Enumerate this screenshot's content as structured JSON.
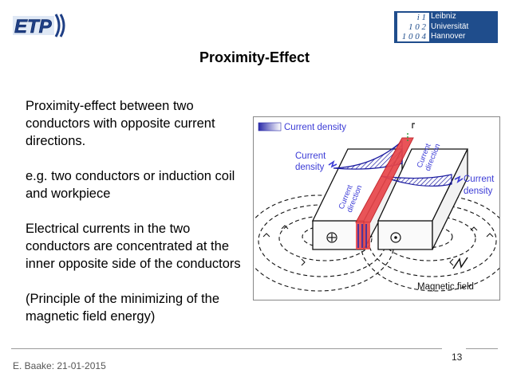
{
  "header": {
    "logo_left": "ETP",
    "logo_right": {
      "pattern_lines": [
        "i 1",
        "1 0 2",
        "1 0 0 4"
      ],
      "lines": [
        "Leibniz",
        "Universität",
        "Hannover"
      ]
    }
  },
  "slide": {
    "title": "Proximity-Effect",
    "paragraphs": [
      "Proximity-effect between two conductors with opposite current directions.",
      "e.g.  two conductors or induction coil and workpiece",
      "Electrical currents in the two conductors are concentrated at the inner opposite side of the conductors",
      "(Principle of the minimizing of the magnetic field energy)"
    ]
  },
  "figure": {
    "legend_label": "Current density",
    "label_current_density_left": [
      "Current",
      "density"
    ],
    "label_current_density_right": [
      "Current",
      "density"
    ],
    "label_current_direction_left": [
      "Current",
      "direction"
    ],
    "label_current_direction_right": [
      "Current",
      "direction"
    ],
    "label_magnetic_field": "Magnetic field",
    "colors": {
      "label_blue": "#3b3bd6",
      "conductor_red": "#e8464a",
      "hatch_blue": "#1a1aa0",
      "density_purple": "#6a4fd8"
    }
  },
  "footer": {
    "page_number": "13",
    "author_date": "E. Baake: 21-01-2015"
  }
}
